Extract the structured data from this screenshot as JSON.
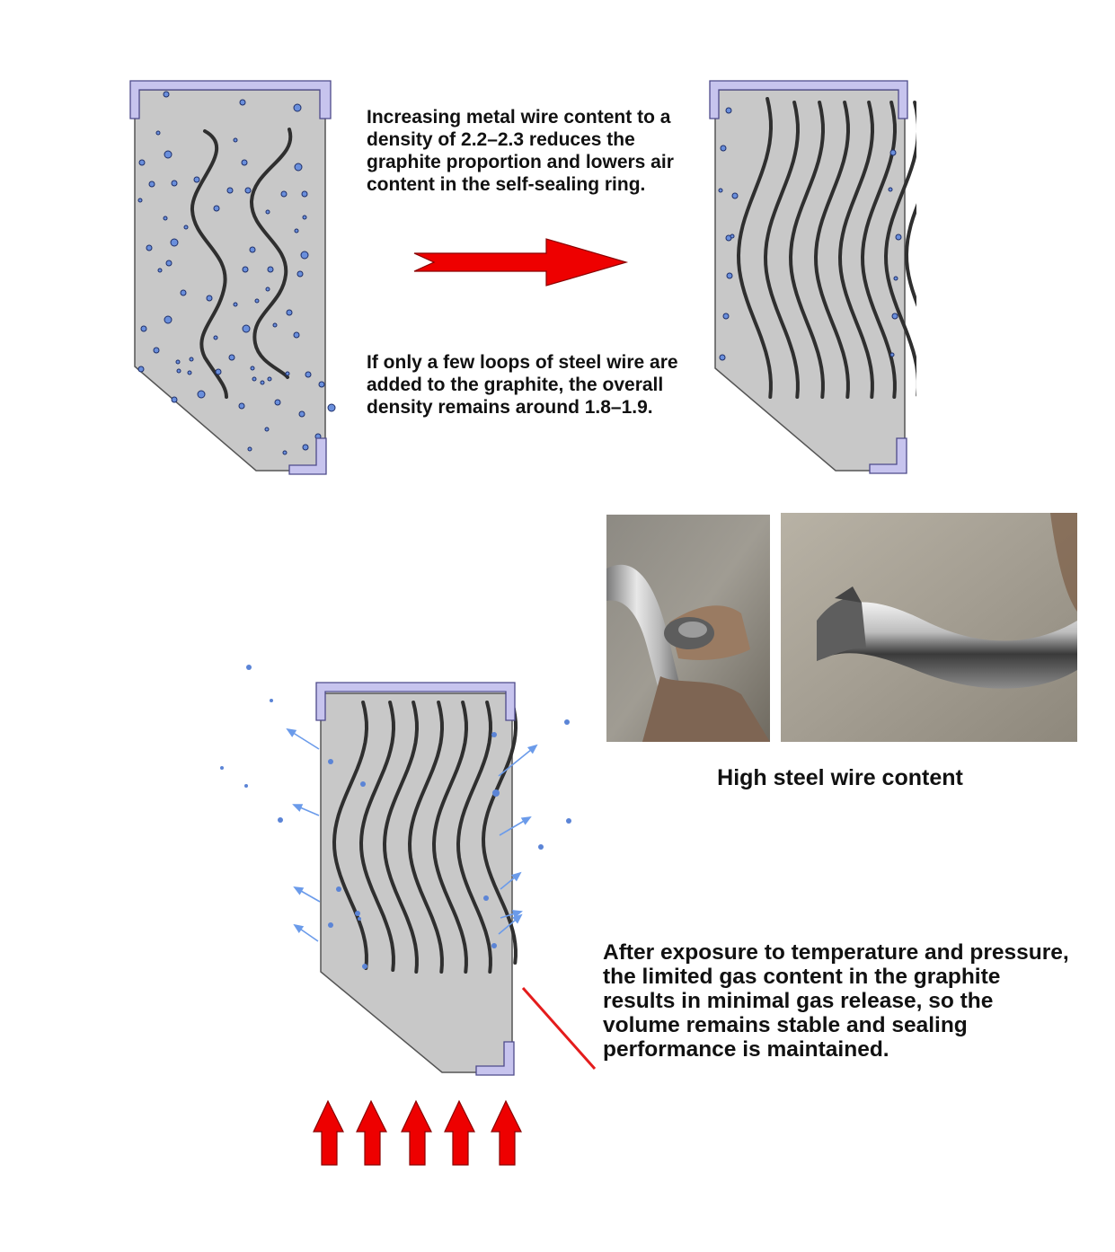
{
  "notes": {
    "increase_wire": "Increasing metal wire content to a density of 2.2–2.3 reduces the graphite proportion and lowers air content in the self-sealing ring.",
    "few_loops": "If only a few loops of steel wire are added to the graphite, the overall density remains around 1.8–1.9.",
    "after_exposure": "After exposure to temperature and pressure, the limited gas content in the graphite results in minimal gas release, so the volume remains stable and sealing performance is maintained."
  },
  "photos": {
    "caption": "High steel wire content"
  },
  "colors": {
    "ring_fill": "#c8c8c8",
    "ring_outline": "#444444",
    "wire": "#2f2f2f",
    "bracket": "#c7c4ee",
    "bubble": "#5b84d6",
    "arrow_red": "#ee0000",
    "gas_arrow": "#6b9bea"
  }
}
